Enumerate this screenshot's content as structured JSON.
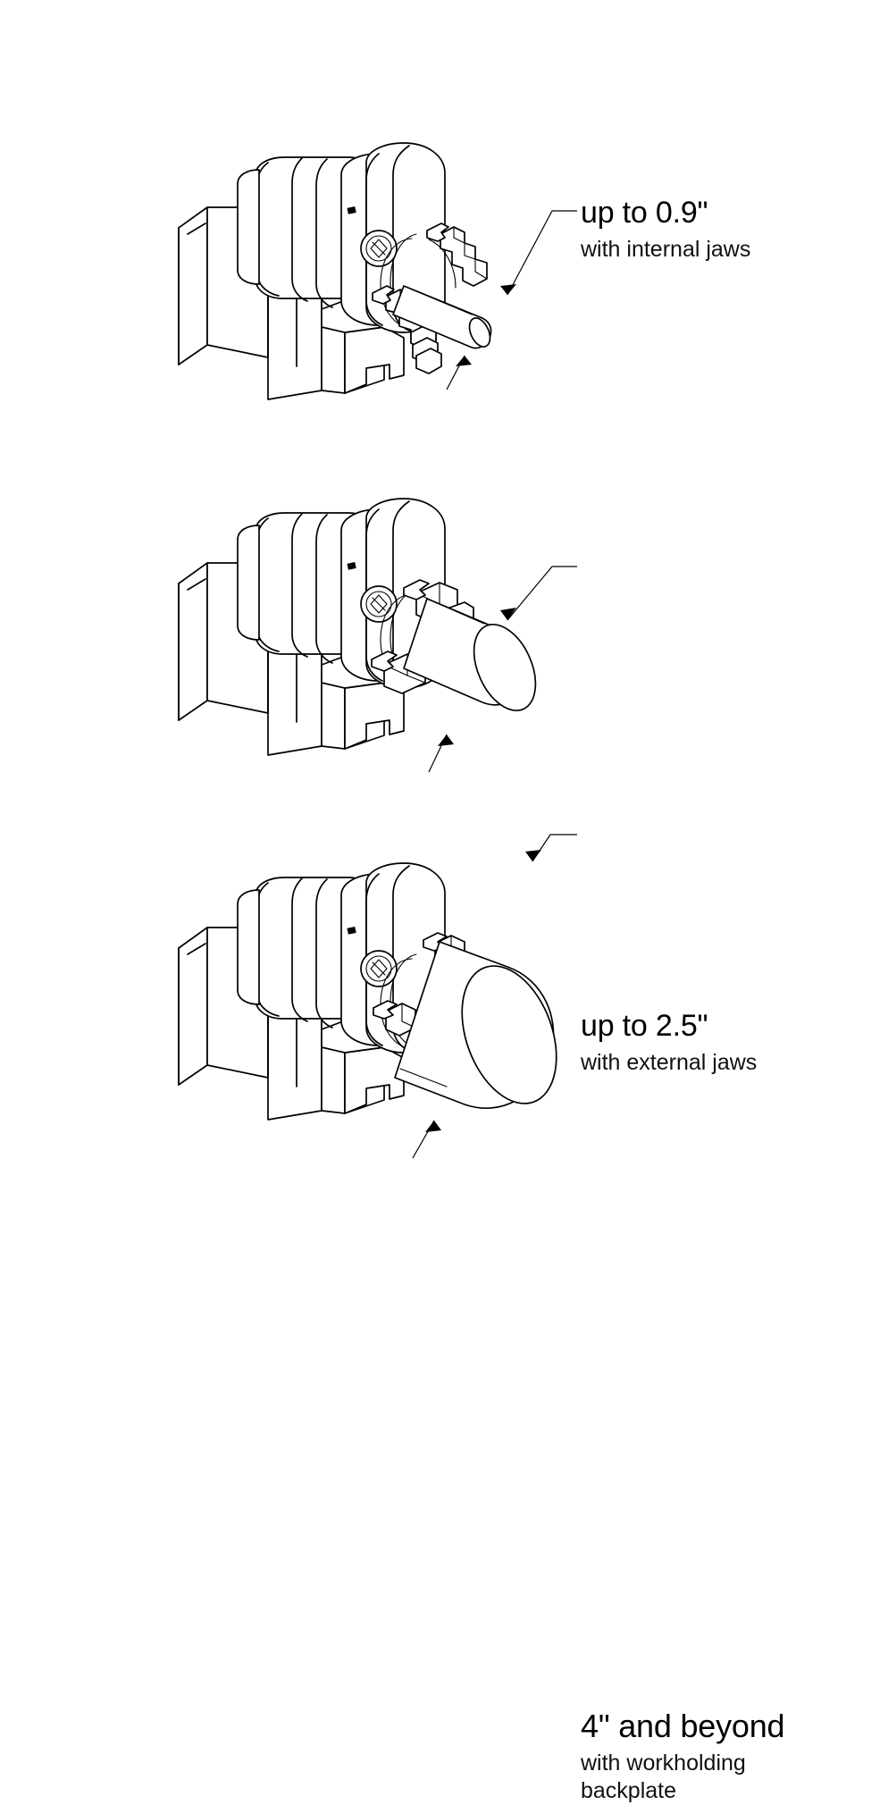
{
  "diagram": {
    "type": "technical-line-drawing",
    "subject": "lathe headstock with 3-jaw chuck workholding capacity",
    "background_color": "#ffffff",
    "line_color": "#000000",
    "panel_count": 3
  },
  "panels": [
    {
      "id": "capacity-internal-jaws",
      "title": "up to 0.9\"",
      "subtitle": "with internal jaws",
      "workpiece": "thin round bar",
      "jaw_mode": "internal",
      "leader": "elbow leader from text to workpiece",
      "arrows": 2
    },
    {
      "id": "capacity-external-jaws",
      "title": "up to 2.5\"",
      "subtitle": "with external jaws",
      "workpiece": "medium cylinder",
      "jaw_mode": "external",
      "leader": "elbow leader from text to workpiece",
      "arrows": 2
    },
    {
      "id": "capacity-backplate",
      "title": "4\" and beyond",
      "subtitle_line1": "with workholding",
      "subtitle_line2": "backplate",
      "workpiece": "large cylinder",
      "jaw_mode": "backplate",
      "leader": "elbow leader from text to workpiece",
      "arrows": 2
    }
  ],
  "machine": {
    "components": [
      "spindle-housing",
      "chuck-body",
      "chuck-jaws",
      "chuck-key-socket",
      "cross-slide-handle",
      "lead-screw-handle",
      "tool-post",
      "machine-base",
      "base-bolt"
    ]
  }
}
